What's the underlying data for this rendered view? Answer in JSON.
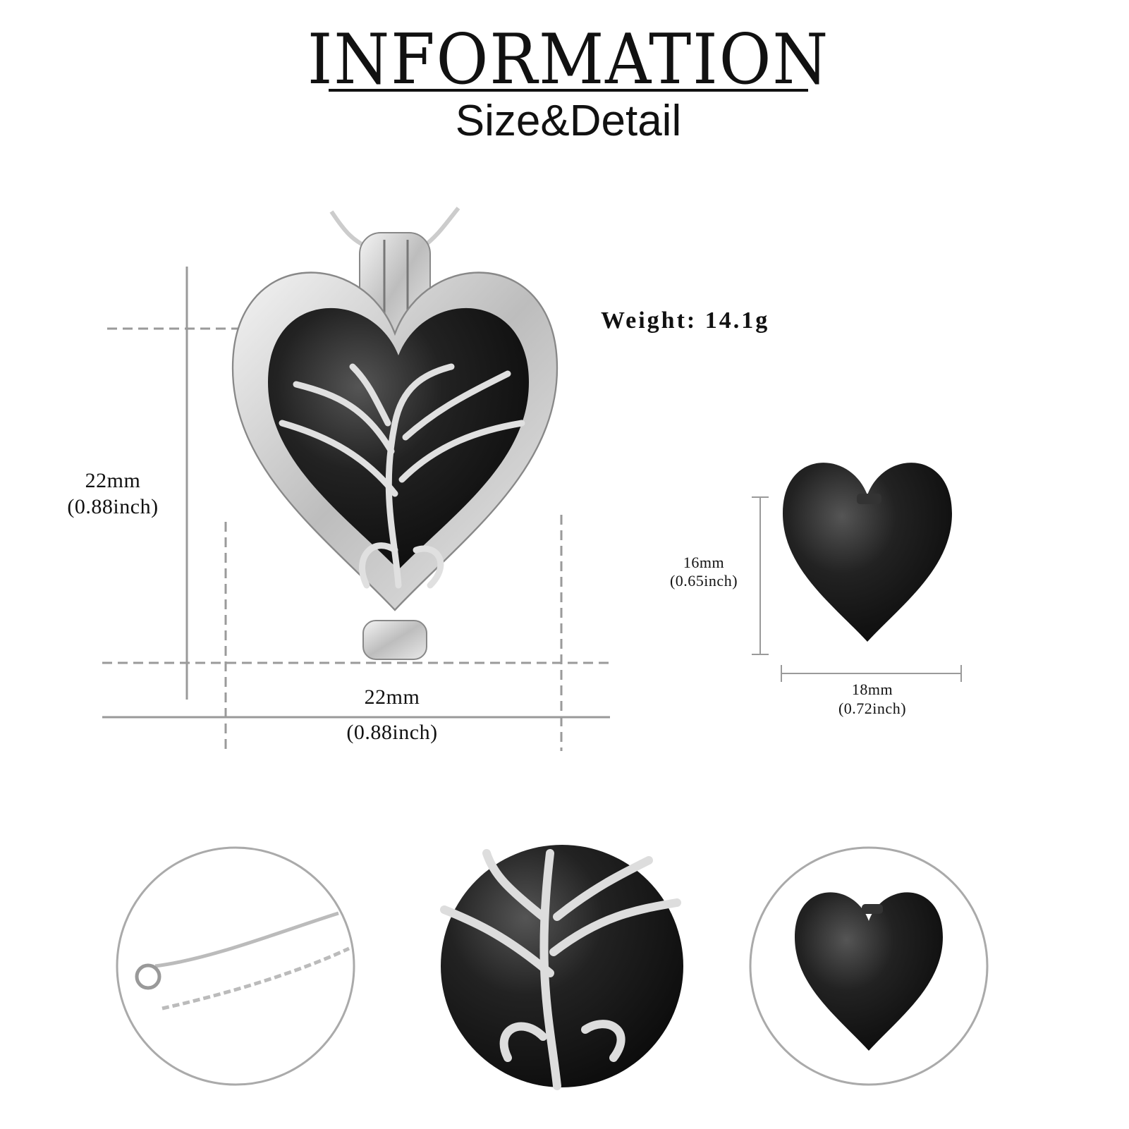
{
  "header": {
    "title": "INFORMATION",
    "subtitle": "Size&Detail"
  },
  "pendant": {
    "height_mm": "22mm",
    "height_in": "(0.88inch)",
    "width_mm": "22mm",
    "width_in": "(0.88inch)",
    "weight": "Weight: 14.1g"
  },
  "insert": {
    "height_mm": "16mm",
    "height_in": "(0.65inch)",
    "width_mm": "18mm",
    "width_in": "(0.72inch)"
  },
  "details": [
    "chain-clasp",
    "tree-of-life-closeup",
    "black-heart-insert"
  ],
  "colors": {
    "text": "#111111",
    "guide": "#9a9a9a",
    "silver": "#d8d8d8",
    "black": "#1a1a1a"
  }
}
